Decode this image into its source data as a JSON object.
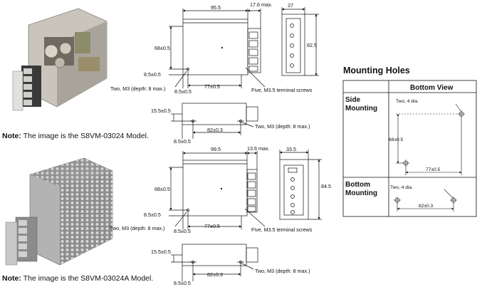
{
  "notes": [
    {
      "prefix": "Note:",
      "text": " The image is the S8VM-03024 Model."
    },
    {
      "prefix": "Note:",
      "text": " The image is the S8VM-03024A Model."
    }
  ],
  "top_model": {
    "width": "95.5",
    "projection": "17.6 max.",
    "depth": "27",
    "height": "82.5",
    "hole_v": "68±0.5",
    "hole_bottom": "8.5±0.5",
    "hole_left": "8.5±0.5",
    "hole_span": "77±0.5",
    "screw_label": "Two, M3 (depth: 8 max.)",
    "terminal_label": "Five, M3.5 terminal screws",
    "bottom_offset": "15.5±0.5",
    "bottom_left": "8.5±0.5",
    "bottom_span": "82±0.3",
    "bottom_screw_label": "Two, M3 (depth: 8 max.)"
  },
  "bottom_model": {
    "width": "99.5",
    "projection": "13.6 max.",
    "depth": "33.5",
    "height": "84.5",
    "hole_v": "68±0.5",
    "hole_bottom": "8.5±0.5",
    "hole_left": "8.5±0.5",
    "hole_span": "77±0.5",
    "screw_label": "Two, M3 (depth: 8 max.)",
    "terminal_label": "Five, M3.5 terminal screws",
    "bottom_offset": "15.5±0.5",
    "bottom_left": "8.5±0.5",
    "bottom_span": "82±0.3",
    "bottom_screw_label": "Two, M3 (depth: 8 max.)"
  },
  "mounting_holes": {
    "title": "Mounting Holes",
    "column_header": "Bottom View",
    "side": {
      "label_line1": "Side",
      "label_line2": "Mounting",
      "holes": "Two, 4 dia.",
      "vertical": "68±0.5",
      "horizontal": "77±0.5"
    },
    "bottom": {
      "label_line1": "Bottom",
      "label_line2": "Mounting",
      "holes": "Two, 4 dia.",
      "horizontal": "82±0.3"
    }
  },
  "colors": {
    "line": "#111111",
    "product_top_body": "#b9b4ab",
    "product_bottom_body": "#9a9a9a",
    "terminal_block": "#3a3a3a"
  }
}
